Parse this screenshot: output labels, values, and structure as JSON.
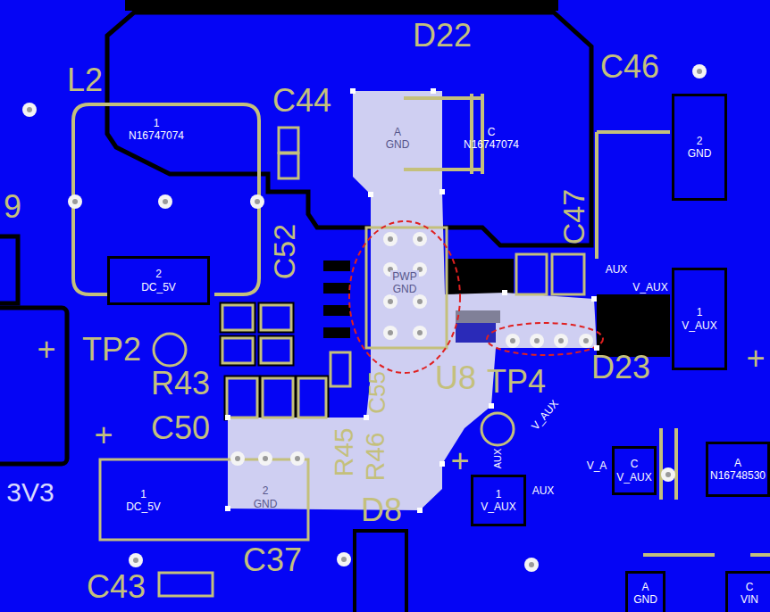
{
  "diagram": {
    "nodes": [
      {
        "text": [
          "1",
          "N16747074"
        ]
      },
      {
        "text": [
          "A",
          "GND"
        ]
      },
      {
        "text": [
          "C",
          "N16747074"
        ]
      },
      {
        "text": [
          "2",
          "GND"
        ]
      },
      {
        "text": [
          "2",
          "DC_5V"
        ]
      },
      {
        "text": [
          "PWP",
          "GND"
        ]
      },
      {
        "text": [
          "1",
          "V_AUX"
        ]
      },
      {
        "text": [
          "1",
          "V_AUX"
        ]
      },
      {
        "text": [
          "C",
          "V_AUX"
        ]
      },
      {
        "text": [
          "A",
          "N16748530"
        ]
      },
      {
        "text": [
          "1",
          "DC_5V"
        ]
      },
      {
        "text": [
          "2",
          "GND"
        ]
      },
      {
        "text": [
          "A",
          "GND"
        ]
      },
      {
        "text": [
          "C",
          "VIN"
        ]
      }
    ],
    "labels": [
      "D22",
      "L2",
      "C44",
      "C46",
      "C52",
      "C47",
      "TP2",
      "R43",
      "C50",
      "R45",
      "R46",
      "C55",
      "U8",
      "TP4",
      "D23",
      "D8",
      "C37",
      "C43",
      "9",
      "3V3",
      "+",
      "+",
      "+",
      "+",
      "V_AUX",
      "V_AUX",
      "AUX",
      "AUX",
      "AUX",
      "V_A"
    ]
  }
}
